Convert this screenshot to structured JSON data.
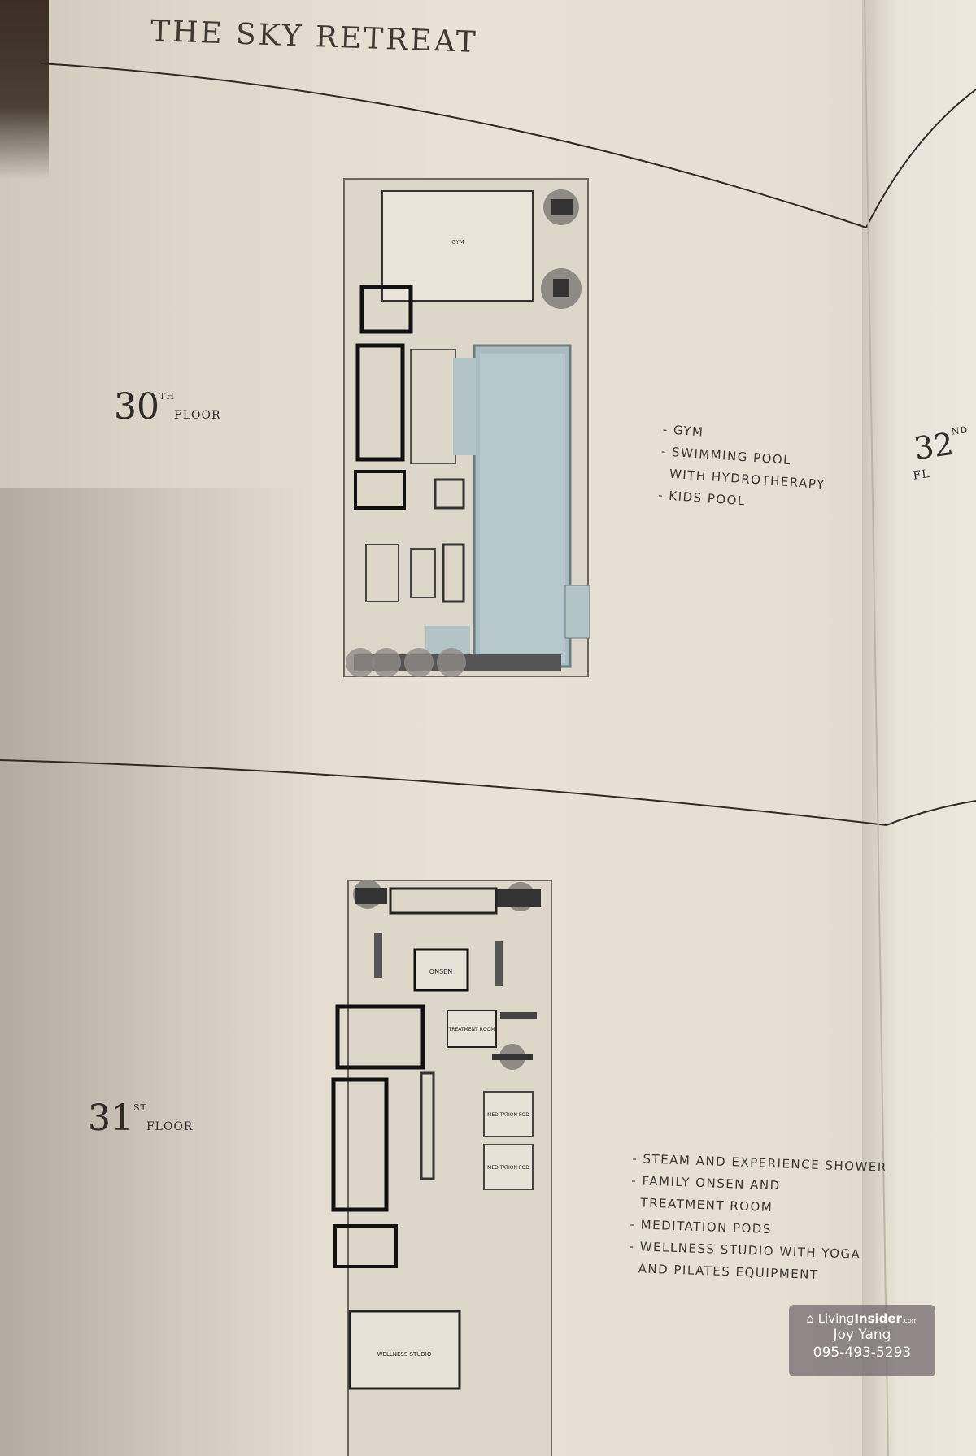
{
  "header": {
    "title": "THE SKY RETREAT"
  },
  "floor30": {
    "number": "30",
    "suffix": "TH",
    "label": "FLOOR",
    "rooms": {
      "gym": "GYM"
    },
    "features": [
      "- GYM",
      "- SWIMMING POOL",
      "WITH HYDROTHERAPY",
      "- KIDS POOL"
    ]
  },
  "floor31": {
    "number": "31",
    "suffix": "ST",
    "label": "FLOOR",
    "rooms": {
      "onsen": "ONSEN",
      "treatment": "TREATMENT ROOM",
      "pod1": "MEDITATION POD",
      "pod2": "MEDITATION POD",
      "studio": "WELLNESS STUDIO"
    },
    "features": [
      "- STEAM AND EXPERIENCE SHOWER",
      "- FAMILY ONSEN AND",
      "TREATMENT ROOM",
      "- MEDITATION PODS",
      "- WELLNESS STUDIO WITH YOGA",
      "AND PILATES EQUIPMENT"
    ]
  },
  "floor32": {
    "number": "32",
    "suffix": "ND",
    "label": "FL"
  },
  "watermark": {
    "brand_a": "Living",
    "brand_b": "Insider",
    "brand_c": ".com",
    "name": "Joy Yang",
    "phone": "095-493-5293"
  }
}
